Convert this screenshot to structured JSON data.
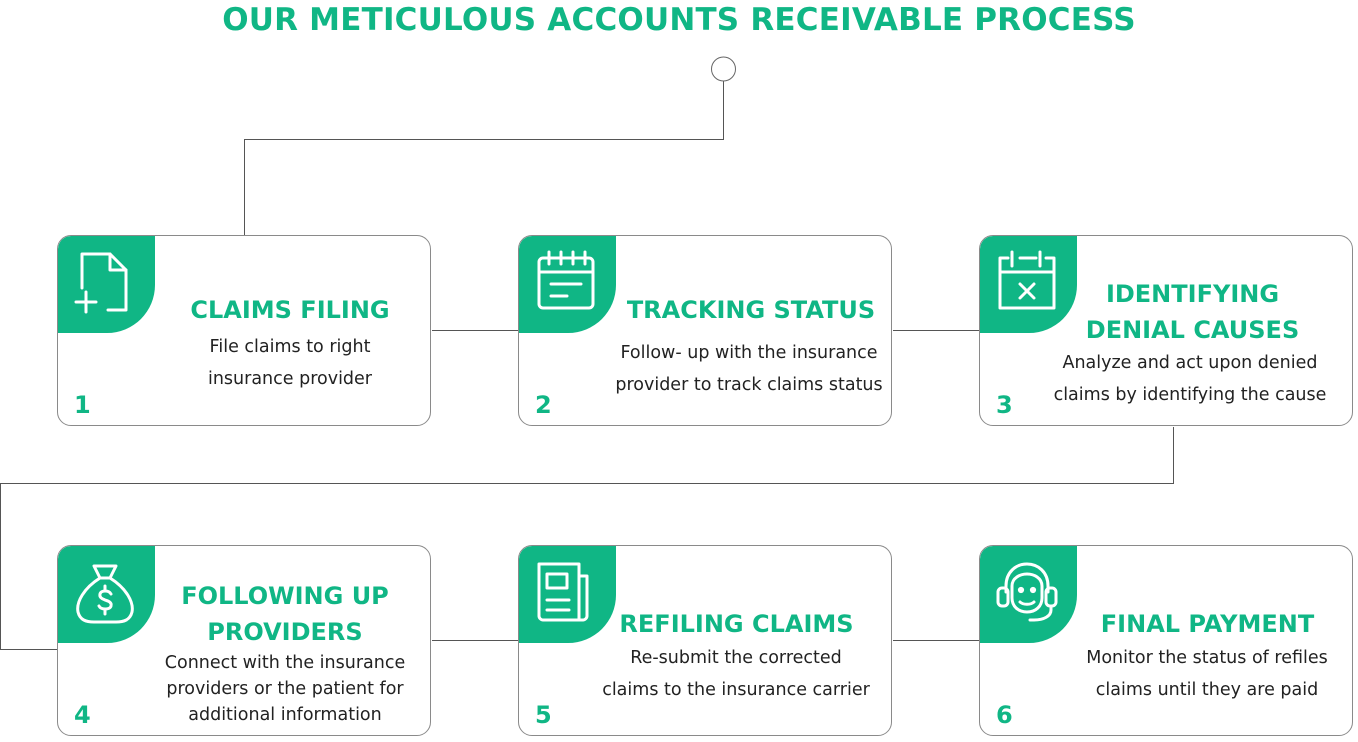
{
  "title": "OUR METICULOUS ACCOUNTS RECEIVABLE PROCESS",
  "colors": {
    "accent": "#10b685",
    "line": "#555555",
    "border": "#8a8a8a"
  },
  "steps": [
    {
      "number": "1",
      "heading": [
        "CLAIMS FILING"
      ],
      "description": [
        "File claims to right",
        "insurance provider"
      ],
      "icon": "add-document-icon"
    },
    {
      "number": "2",
      "heading": [
        "TRACKING STATUS"
      ],
      "description": [
        "Follow- up with the insurance",
        "provider to track claims status"
      ],
      "icon": "calendar-icon"
    },
    {
      "number": "3",
      "heading": [
        "IDENTIFYING",
        "DENIAL CAUSES"
      ],
      "description": [
        "Analyze and act upon denied",
        "claims by identifying the cause"
      ],
      "icon": "calendar-x-icon"
    },
    {
      "number": "4",
      "heading": [
        "FOLLOWING UP",
        "PROVIDERS"
      ],
      "description": [
        "Connect with the insurance",
        "providers or the patient for",
        "additional information"
      ],
      "icon": "money-bag-icon"
    },
    {
      "number": "5",
      "heading": [
        "REFILING CLAIMS"
      ],
      "description": [
        "Re-submit the corrected",
        "claims to the insurance carrier"
      ],
      "icon": "newspaper-icon"
    },
    {
      "number": "6",
      "heading": [
        "FINAL PAYMENT"
      ],
      "description": [
        "Monitor the status of refiles",
        "claims until they are paid"
      ],
      "icon": "headset-icon"
    }
  ]
}
